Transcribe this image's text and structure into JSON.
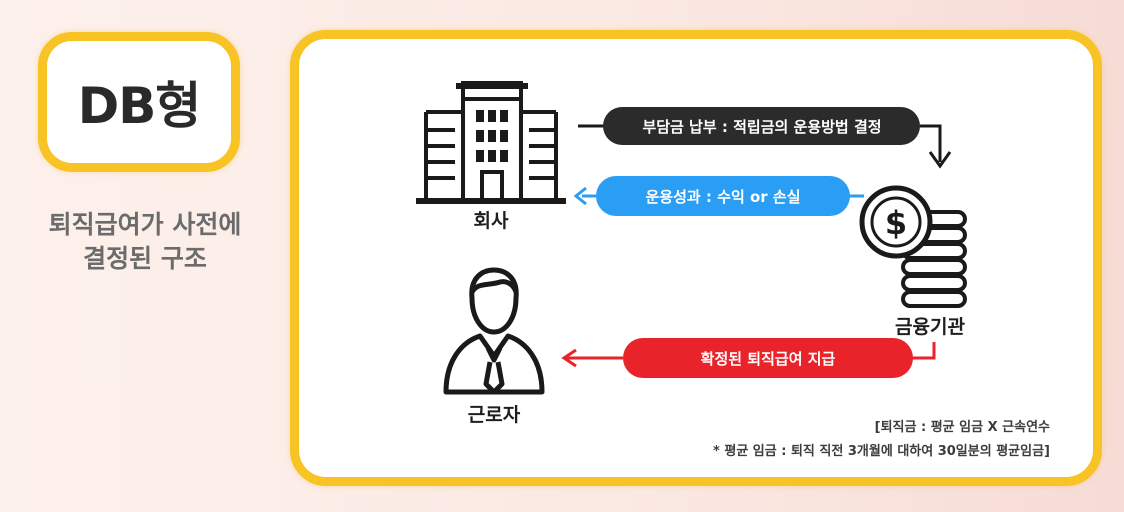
{
  "title": "DB형",
  "subtitle_lines": [
    "퇴직급여가 사전에",
    "결정된 구조"
  ],
  "nodes": {
    "company": "회사",
    "financial_institution": "금융기관",
    "worker": "근로자"
  },
  "flows": {
    "payment": {
      "label": "부담금 납부 : 적립금의 운용방법 결정",
      "color": "#2b2b2b"
    },
    "performance": {
      "label": "운용성과 : 수익 or 손실",
      "color": "#2a9df4"
    },
    "benefit": {
      "label": "확정된 퇴직급여 지급",
      "color": "#e8232a"
    }
  },
  "footnotes": [
    "[퇴직금 : 평균 임금 X 근속연수",
    "* 평균 임금 : 퇴직 직전 3개월에 대하여 30일분의 평균임금]"
  ],
  "colors": {
    "accent_border": "#f7c325",
    "icon": "#1a1a1a"
  }
}
